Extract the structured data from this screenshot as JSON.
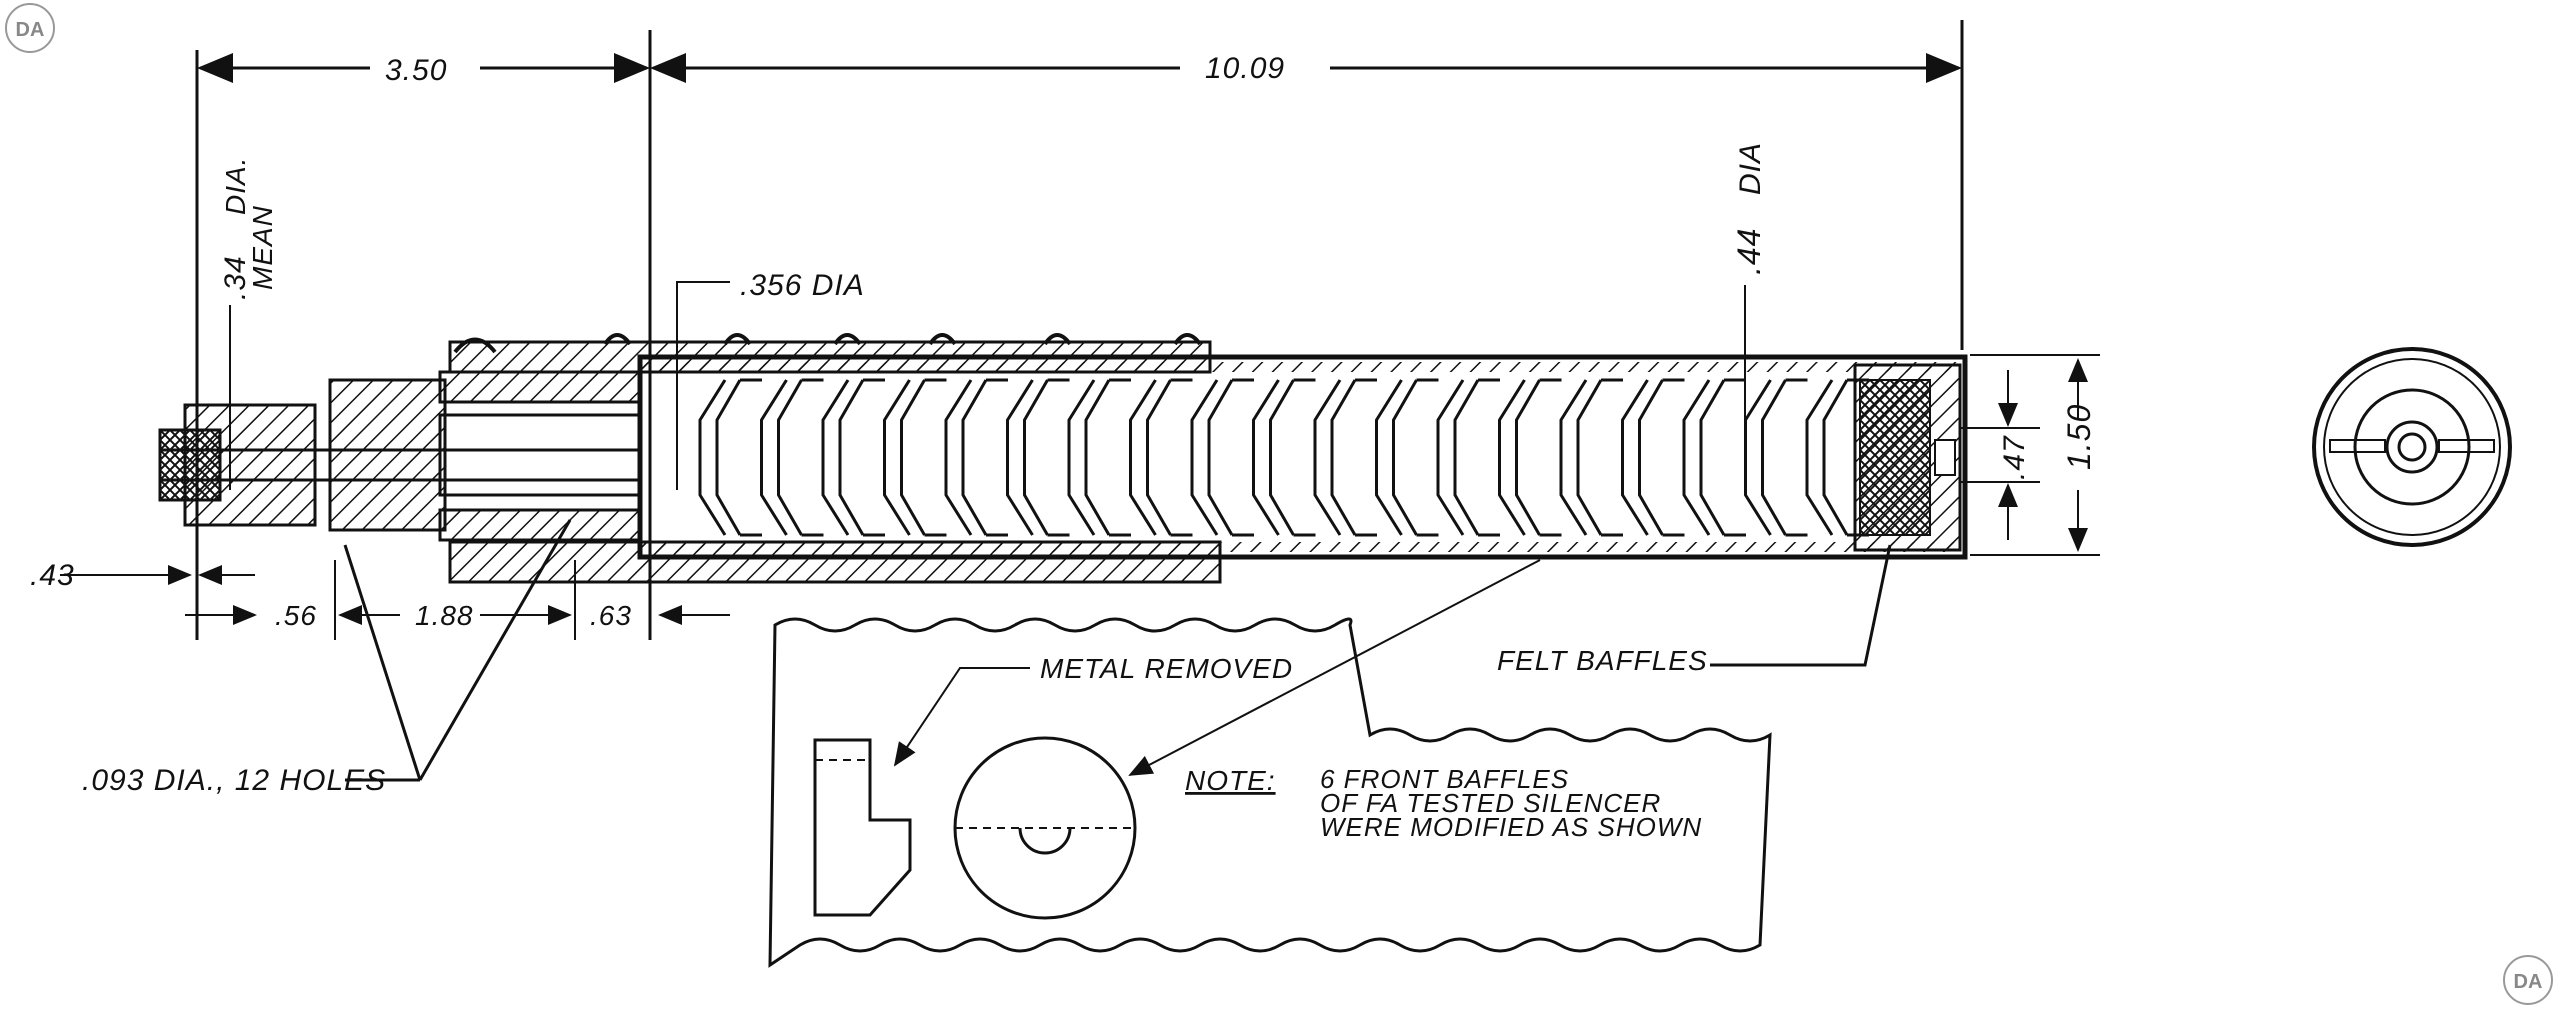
{
  "dimensions": {
    "length_rear": "3.50",
    "length_total": "10.09",
    "rear_dia_value": ".34",
    "rear_dia_unit": "DIA.",
    "rear_dia_note": "MEAN",
    "bore_dia": ".356 DIA",
    "baffle_dia_value": ".44",
    "baffle_dia_unit": "DIA",
    "outer_dia": "1.50",
    "muzzle_dia": ".47",
    "left_offset": ".43",
    "seg_a": ".56",
    "seg_b": "1.88",
    "seg_c": ".63"
  },
  "callouts": {
    "holes": ".093 DIA., 12 HOLES",
    "felt_baffles": "FELT BAFFLES",
    "metal_removed": "METAL REMOVED"
  },
  "note": {
    "label": "NOTE:",
    "line1": "6 FRONT BAFFLES",
    "line2": "OF FA TESTED SILENCER",
    "line3": "WERE MODIFIED AS SHOWN"
  },
  "watermark": {
    "top_text": "DA",
    "bottom_text": "DA"
  },
  "colors": {
    "ink": "#111111",
    "paper": "#ffffff"
  }
}
